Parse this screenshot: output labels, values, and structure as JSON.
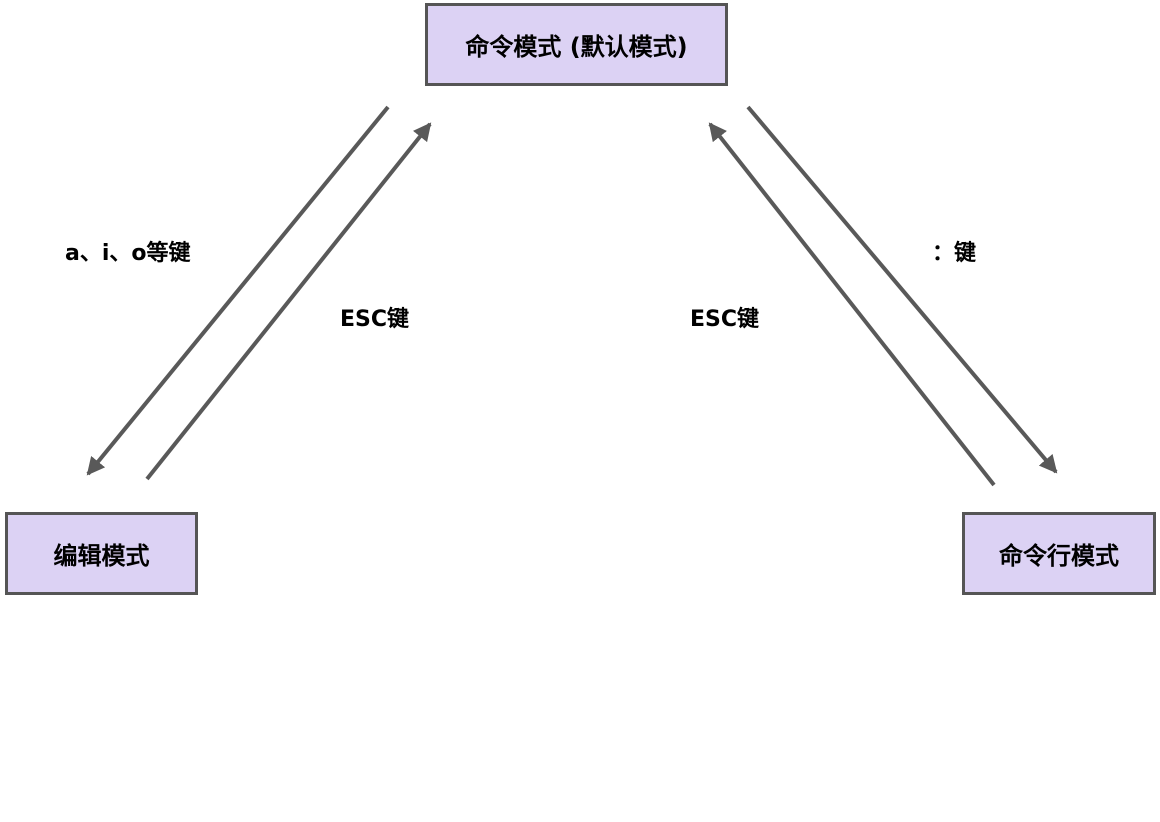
{
  "nodes": {
    "command_mode": {
      "label": "命令模式 (默认模式)"
    },
    "edit_mode": {
      "label": "编辑模式"
    },
    "command_line_mode": {
      "label": "命令行模式"
    }
  },
  "edges": {
    "command_to_edit": {
      "label": "a、i、o等键"
    },
    "edit_to_command": {
      "label": "ESC键"
    },
    "command_line_to_command": {
      "label": "ESC键"
    },
    "command_to_command_line": {
      "label": "：键"
    }
  },
  "colors": {
    "box_fill": "#dcd2f4",
    "box_border": "#555555",
    "arrow": "#595959",
    "text": "#000000"
  }
}
